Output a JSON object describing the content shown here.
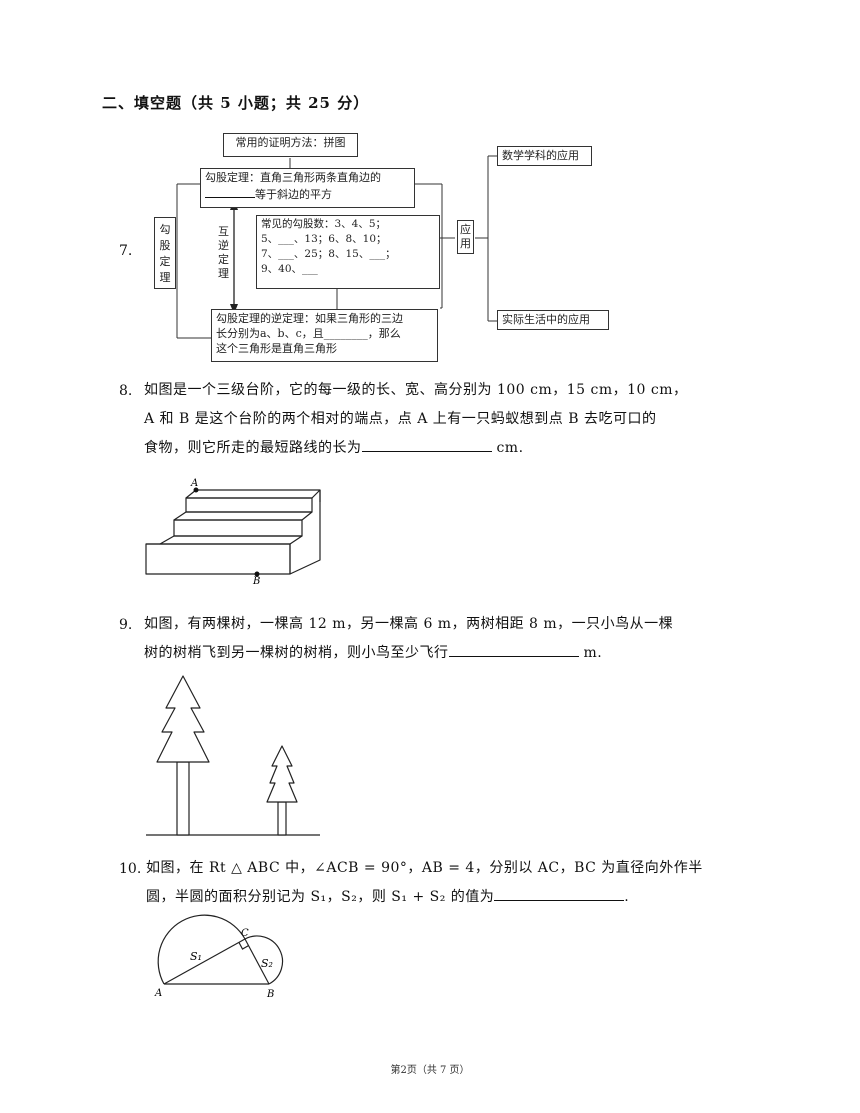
{
  "section_title": "二、填空题（共 5 小题；共 25 分）",
  "q7": {
    "num": "7.",
    "proof_method": "常用的证明方法：拼图",
    "theorem_line1": "勾股定理：直角三角形两条直角边的",
    "theorem_line2": "等于斜边的平方",
    "left_box": "勾股定理",
    "mutual_label": "互逆定理",
    "common_title": "常见的勾股数：3、4、5；",
    "common_line2": "5、___、13；6、8、10；",
    "common_line3": "7、___、25；8、15、___；",
    "common_line4": "9、40、___",
    "converse_line1": "勾股定理的逆定理：如果三角形的三边",
    "converse_line2": "长分别为a、b、c，且________，那么",
    "converse_line3": "这个三角形是直角三角形",
    "apply_box": "应用",
    "math_app": "数学学科的应用",
    "life_app": "实际生活中的应用"
  },
  "q8": {
    "num": "8.",
    "line1": "如图是一个三级台阶，它的每一级的长、宽、高分别为  100 cm，15 cm，10 cm，",
    "line2": "A  和  B  是这个台阶的两个相对的端点，点  A  上有一只蚂蚁想到点  B  去吃可口的",
    "line3_pre": "食物，则它所走的最短路线的长为",
    "line3_post": " cm.",
    "label_a": "A",
    "label_b": "B"
  },
  "q9": {
    "num": "9.",
    "line1": "如图，有两棵树，一棵高  12 m，另一棵高  6 m，两树相距  8 m，一只小鸟从一棵",
    "line2_pre": "树的树梢飞到另一棵树的树梢，则小鸟至少飞行",
    "line2_post": " m."
  },
  "q10": {
    "num": "10.",
    "line1": "如图，在  Rt △ ABC  中，∠ACB = 90°，AB = 4，分别以  AC，BC  为直径向外作半",
    "line2_pre": "圆，半圆的面积分别记为  S₁，S₂，则  S₁ + S₂  的值为",
    "line2_post": ".",
    "label_s1": "S₁",
    "label_s2": "S₂",
    "label_a": "A",
    "label_b": "B",
    "label_c": "C"
  },
  "footer": "第2页（共 7 页）"
}
